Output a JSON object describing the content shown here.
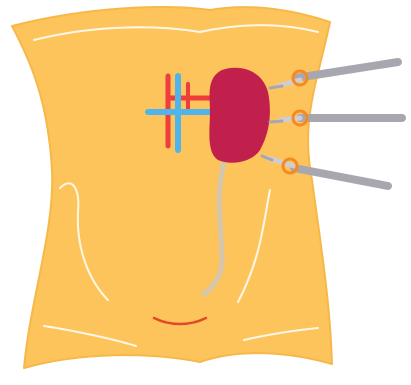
{
  "illustration": {
    "subject": "laparoscopic-nephrectomy-torso",
    "colors": {
      "background": "#ffffff",
      "torso": "#fcc45b",
      "torso_outline": "#f7b84a",
      "contour_lines": "#fff7e6",
      "kidney": "#c2204c",
      "artery": "#ef3d3b",
      "vein": "#4fb4ea",
      "ureter": "#d6c6ad",
      "instrument_shaft": "#a8a6ae",
      "instrument_tip": "#cfcdd3",
      "port_ring": "#f58a20",
      "incision": "#e04a2a"
    },
    "ports": [
      {
        "name": "upper-port"
      },
      {
        "name": "middle-port"
      },
      {
        "name": "lower-port"
      }
    ]
  }
}
